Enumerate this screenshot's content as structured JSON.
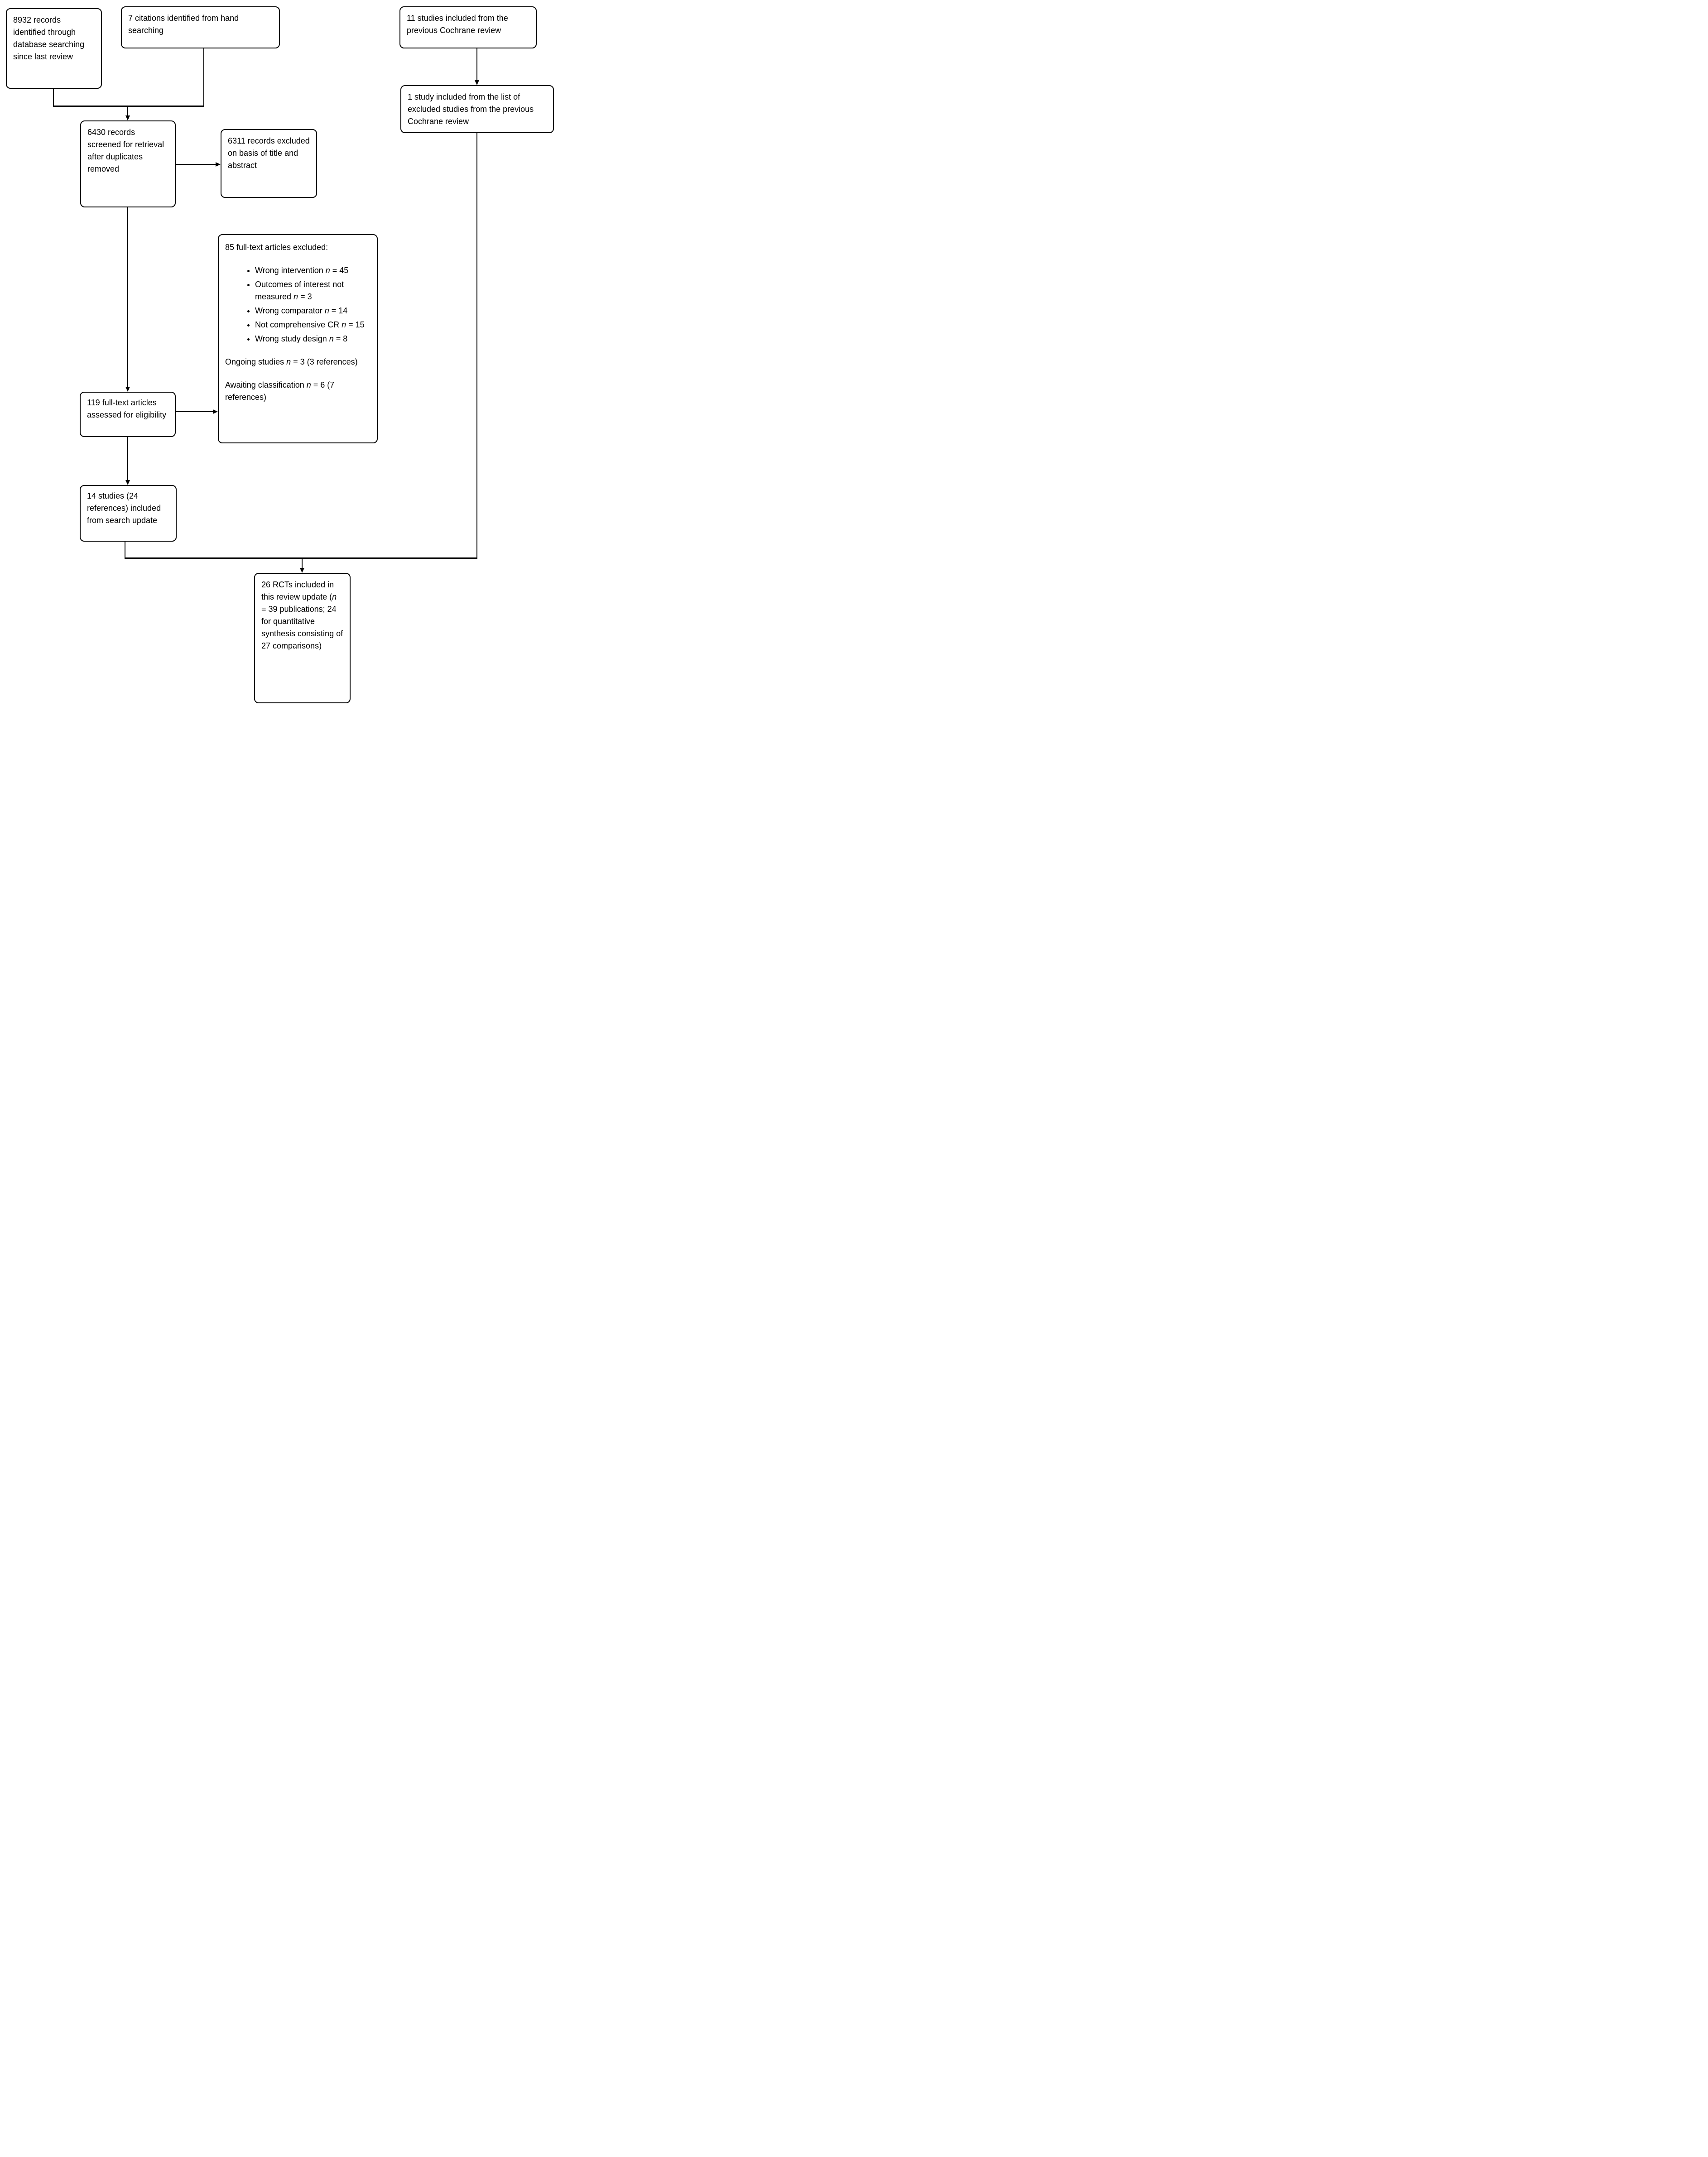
{
  "diagram_type": "study-selection-flowchart",
  "colors": {
    "background": "#ffffff",
    "border": "#000000",
    "text": "#000000"
  },
  "boxes": {
    "db_records": {
      "text": "8932 records identified through database searching since last review"
    },
    "hand_search": {
      "text": "7 citations identified from hand searching"
    },
    "prev_review": {
      "text": "11 studies included from the previous Cochrane review"
    },
    "excluded_list": {
      "text": "1 study included from the list of excluded studies from the previous Cochrane review"
    },
    "screened": {
      "text": "6430 records screened for retrieval after duplicates removed"
    },
    "title_abstract": {
      "text": "6311 records excluded on basis of title and abstract"
    },
    "fulltext_excluded": {
      "title": "85 full-text articles excluded:",
      "bullets": [
        {
          "pre": "Wrong intervention ",
          "n": "n",
          "post": " = 45"
        },
        {
          "pre": "Outcomes of interest not measured ",
          "n": "n",
          "post": " = 3"
        },
        {
          "pre": "Wrong comparator ",
          "n": "n",
          "post": " = 14"
        },
        {
          "pre": "Not comprehensive CR ",
          "n": "n",
          "post": " = 15"
        },
        {
          "pre": "Wrong study design ",
          "n": "n",
          "post": " = 8"
        }
      ],
      "notes": [
        {
          "pre": "Ongoing studies ",
          "n": "n",
          "post": " = 3 (3 references)"
        },
        {
          "pre": "Awaiting classification ",
          "n": "n",
          "post": " = 6 (7 references)"
        }
      ]
    },
    "fulltext_assessed": {
      "text": "119 full-text articles assessed for eligibility"
    },
    "included_update": {
      "text": "14 studies (24 references) included from search update"
    },
    "rcts_included": {
      "pre": "26 RCTs included in this review update (",
      "n": "n",
      "post": " = 39 publications; 24 for quantitative synthesis consisting of 27 comparisons)"
    }
  }
}
